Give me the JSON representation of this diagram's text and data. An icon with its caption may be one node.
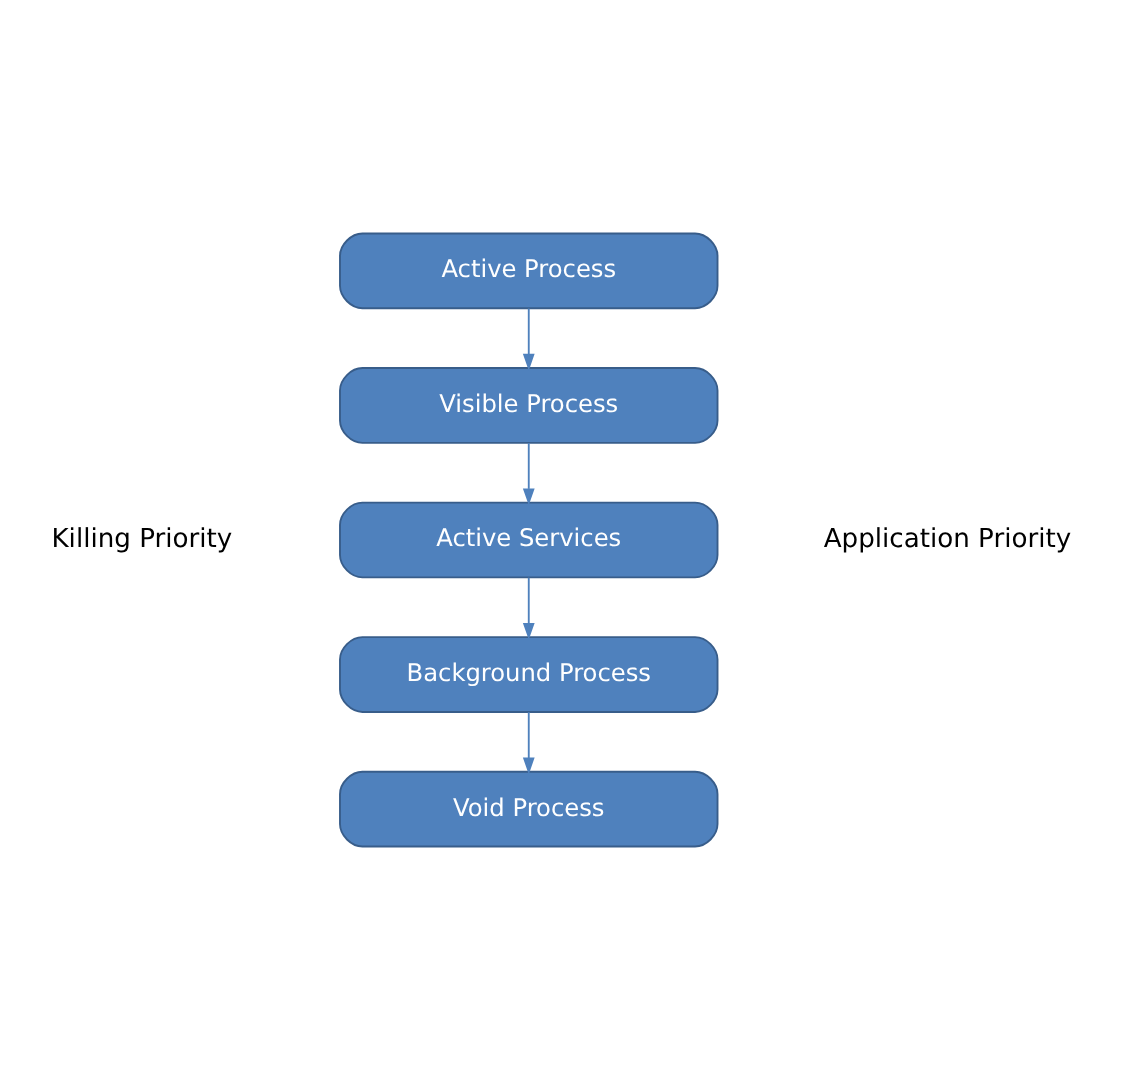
{
  "diagram": {
    "nodes": [
      {
        "text": [
          "Active Process"
        ]
      },
      {
        "text": [
          "Visible Process"
        ]
      },
      {
        "text": [
          "Active Services"
        ]
      },
      {
        "text": [
          "Background Process"
        ]
      },
      {
        "text": [
          "Void Process"
        ]
      }
    ],
    "edges": [
      {
        "from": 0,
        "to": 1,
        "arrow": "to"
      },
      {
        "from": 1,
        "to": 2,
        "arrow": "to"
      },
      {
        "from": 2,
        "to": 3,
        "arrow": "to"
      },
      {
        "from": 3,
        "to": 4,
        "arrow": "to"
      }
    ],
    "labels": [
      "Killing Priority",
      "Application Priority"
    ]
  }
}
